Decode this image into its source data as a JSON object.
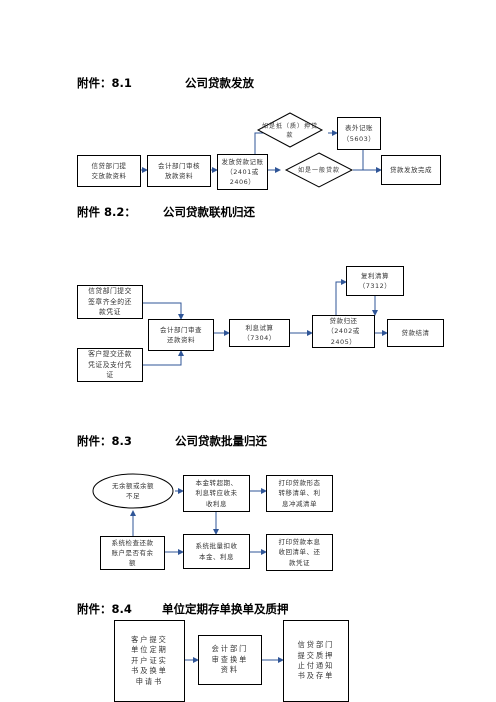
{
  "sections": [
    {
      "label": "附件：8.1",
      "title": "公司贷款发放",
      "nodes": {
        "credit": "信贷部门提\n交放款资料",
        "accounting": "会计部门审核\n放款资料",
        "issue": "发放贷款记账\n（2401或\n2406）",
        "offbook": "表外记账\n（5603）",
        "done": "贷款发放完成"
      },
      "decisions": {
        "mortgage": "如是抵（质）押贷\n款",
        "general": "如是一般贷款"
      }
    },
    {
      "label": "附件 8.2：",
      "title": "公司贷款联机归还",
      "nodes": {
        "credit": "信贷部门提交\n签章齐全的还\n款凭证",
        "customer": "客户提交还款\n凭证及支付凭\n证",
        "audit": "会计部门审查\n还款资料",
        "interest": "利息试算\n（7304）",
        "repay": "贷款归还\n（2402或\n2405）",
        "compound": "复利清算\n（7312）",
        "settled": "贷款结清"
      }
    },
    {
      "label": "附件：8.3",
      "title": "公司贷款批量归还",
      "nodes": {
        "insufficient": "无余额或余额\n不足",
        "overdue": "本金转超期、\n利息转应收未\n收利息",
        "print_transfer": "打印贷款形态\n转移清单、利\n息冲减清单",
        "check": "系统检查还款\n账户是否有余\n额",
        "deduct": "系统批量扣收\n本金、利息",
        "print_recover": "打印贷款本息\n收回清单、还\n款凭证"
      }
    },
    {
      "label": "附件：8.4",
      "title": "单位定期存单换单及质押",
      "nodes": {
        "customer": "客户提交\n单位定期\n开户证实\n书及换单\n申请书",
        "accounting": "会计部门\n审查换单\n资料",
        "credit": "信贷部门\n提交质押\n止付通知\n书及存单"
      }
    }
  ]
}
